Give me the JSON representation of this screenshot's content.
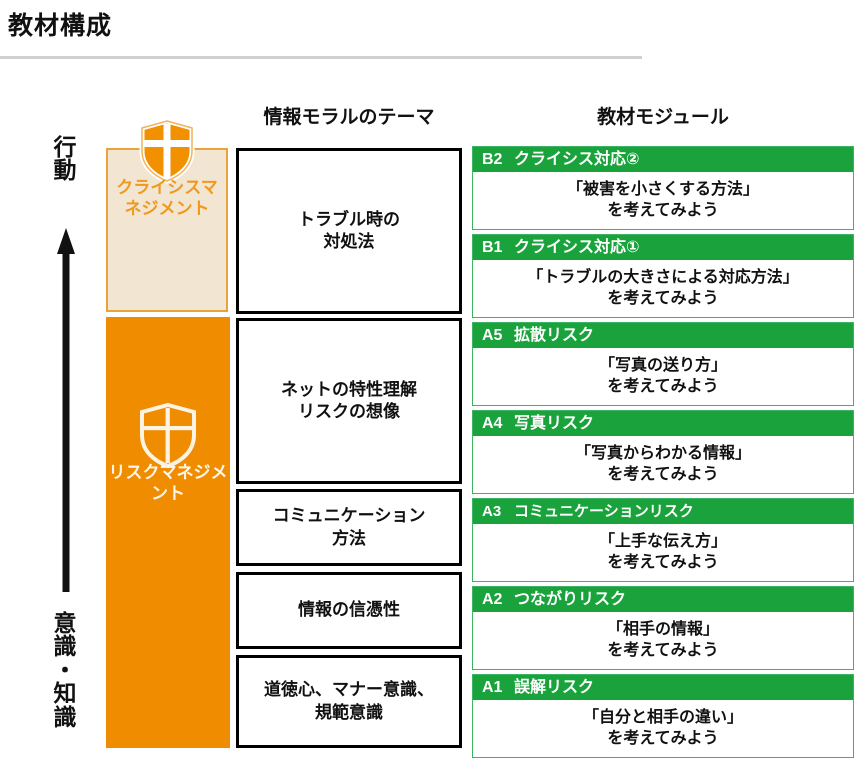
{
  "page": {
    "title": "教材構成"
  },
  "headings": {
    "theme": "情報モラルのテーマ",
    "module": "教材モジュール"
  },
  "axis": {
    "top_label": "行動",
    "bottom_label": "意識・知識",
    "direction": "up"
  },
  "categories": [
    {
      "id": "crisis",
      "label": "クライシスマネジメント",
      "icon": "shield-icon",
      "fill": "#f2e5d2",
      "border": "#e8a33d",
      "text_color": "#ef9a1e"
    },
    {
      "id": "risk",
      "label": "リスクマネジメント",
      "icon": "shield-icon",
      "fill": "#f08c00",
      "border": "#f08c00",
      "text_color": "#fdf6ea"
    }
  ],
  "themes": [
    {
      "text": "トラブル時の\n対処法"
    },
    {
      "text": "ネットの特性理解\nリスクの想像"
    },
    {
      "text": "コミュニケーション\n方法"
    },
    {
      "text": "情報の信憑性"
    },
    {
      "text": "道徳心、マナー意識、\n規範意識"
    }
  ],
  "modules": [
    {
      "code": "B2",
      "title": "クライシス対応②",
      "body": "「被害を小さくする方法」\nを考えてみよう"
    },
    {
      "code": "B1",
      "title": "クライシス対応①",
      "body": "「トラブルの大きさによる対応方法」\nを考えてみよう"
    },
    {
      "code": "A5",
      "title": "拡散リスク",
      "body": "「写真の送り方」\nを考えてみよう"
    },
    {
      "code": "A4",
      "title": "写真リスク",
      "body": "「写真からわかる情報」\nを考えてみよう"
    },
    {
      "code": "A3",
      "title": "コミュニケーションリスク",
      "body": "「上手な伝え方」\nを考えてみよう"
    },
    {
      "code": "A2",
      "title": "つながりリスク",
      "body": "「相手の情報」\nを考えてみよう"
    },
    {
      "code": "A1",
      "title": "誤解リスク",
      "body": "「自分と相手の違い」\nを考えてみよう"
    }
  ],
  "colors": {
    "green_header": "#1aa33c",
    "green_border": "#3db462",
    "orange": "#f08c00",
    "orange_light": "#f2e5d2",
    "orange_border": "#e8a33d",
    "rule": "#cfcfcf"
  }
}
